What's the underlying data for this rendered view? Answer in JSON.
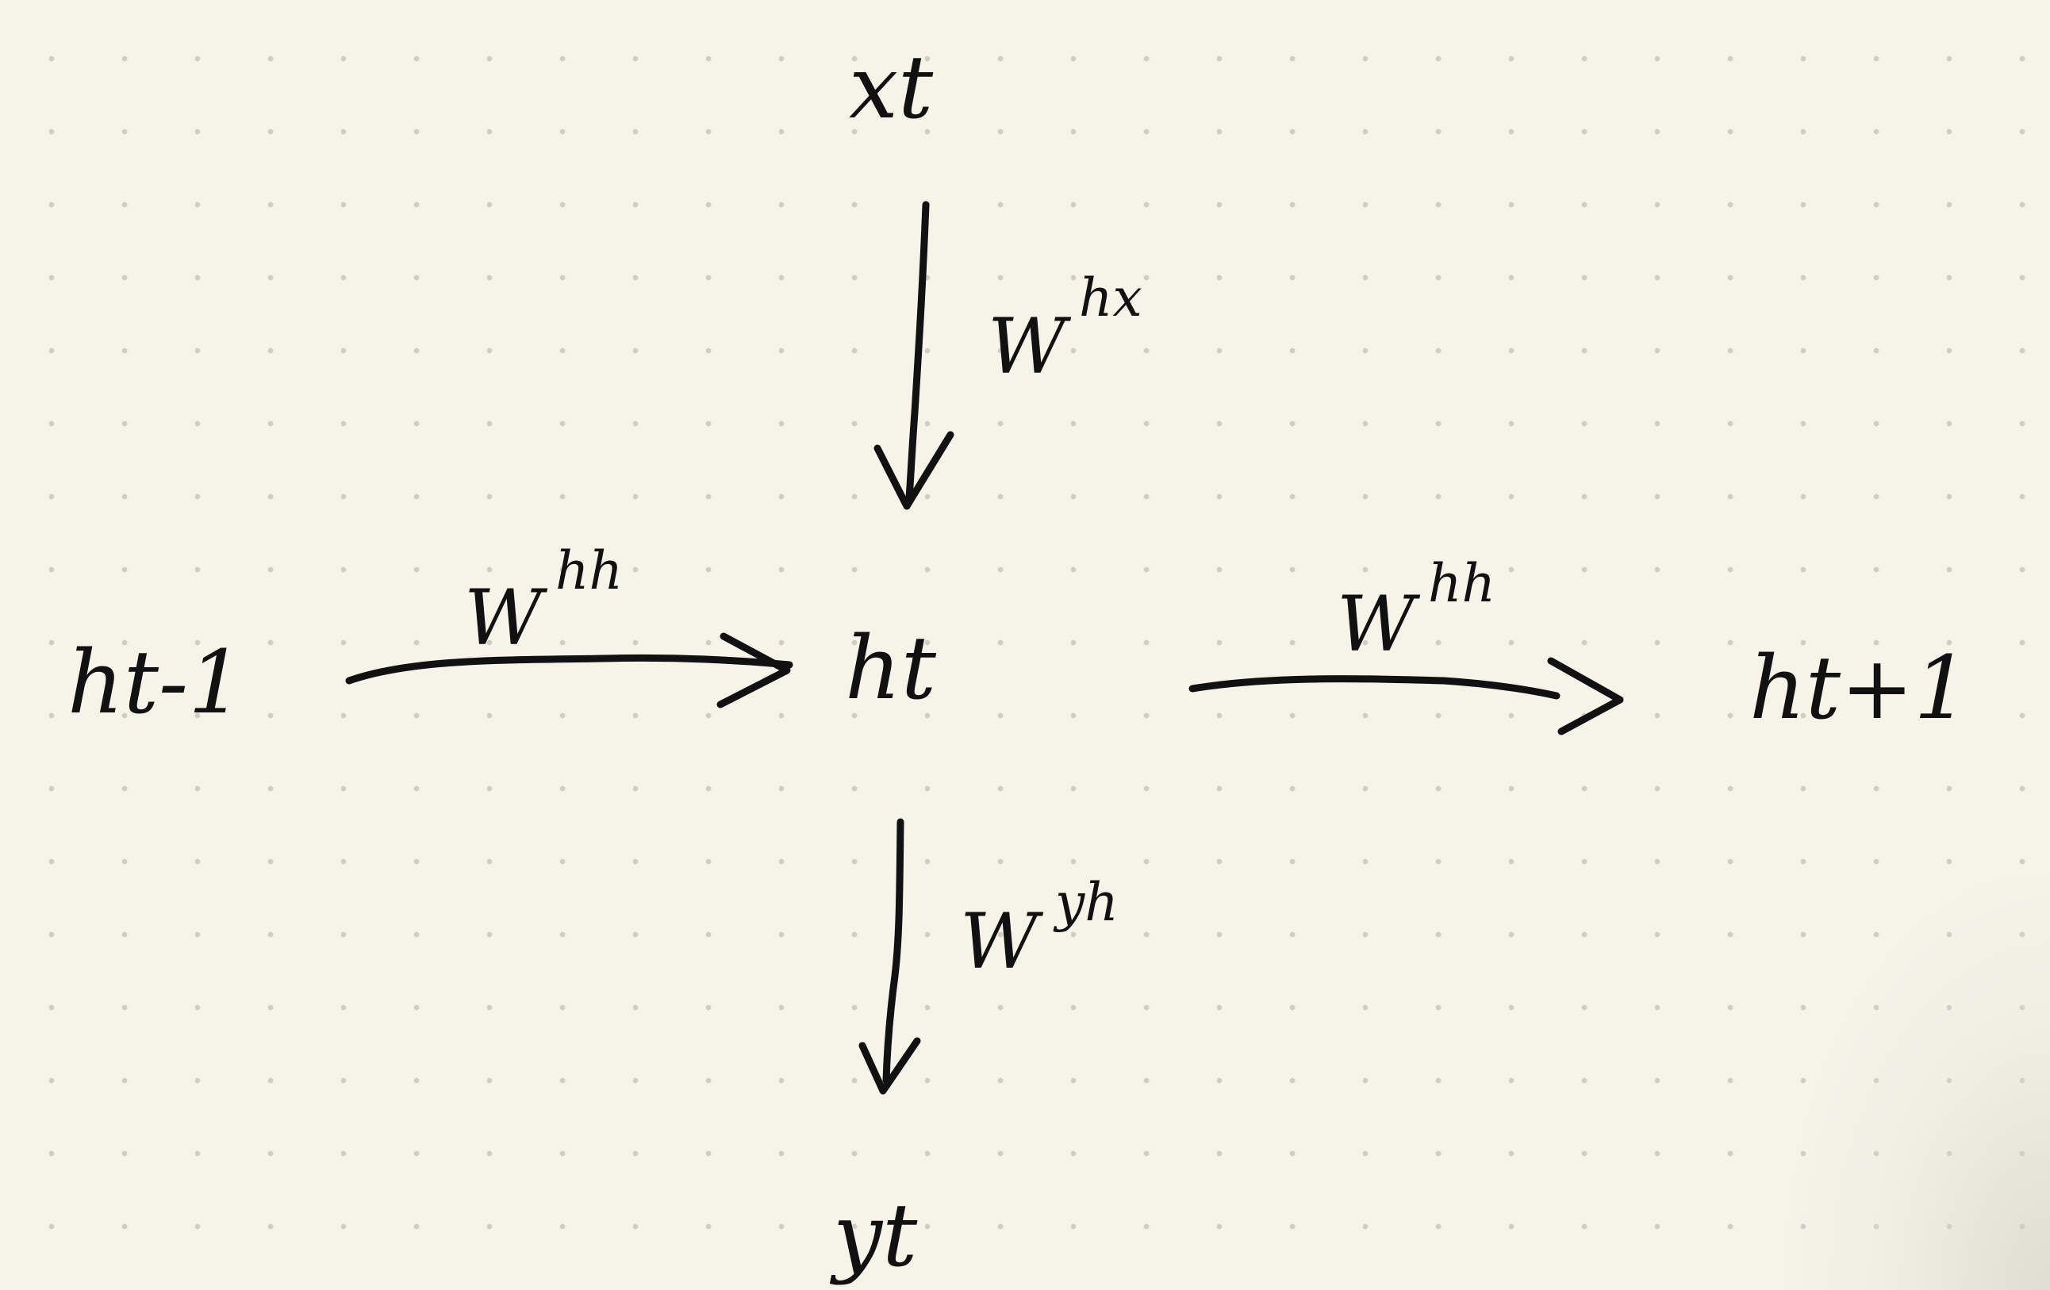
{
  "nodes": {
    "x_t": "xt",
    "h_t": "ht",
    "h_prev": "ht-1",
    "h_next": "ht+1",
    "y_t": "yt"
  },
  "edges": {
    "input_to_hidden": {
      "base": "W",
      "sup": "hx"
    },
    "prev_to_hidden": {
      "base": "W",
      "sup": "hh"
    },
    "hidden_to_next": {
      "base": "W",
      "sup": "hh"
    },
    "hidden_to_output": {
      "base": "W",
      "sup": "yh"
    }
  },
  "colors": {
    "paper": "#f6f4e9",
    "dot_grid": "#cfcdc4",
    "ink": "#111111"
  }
}
